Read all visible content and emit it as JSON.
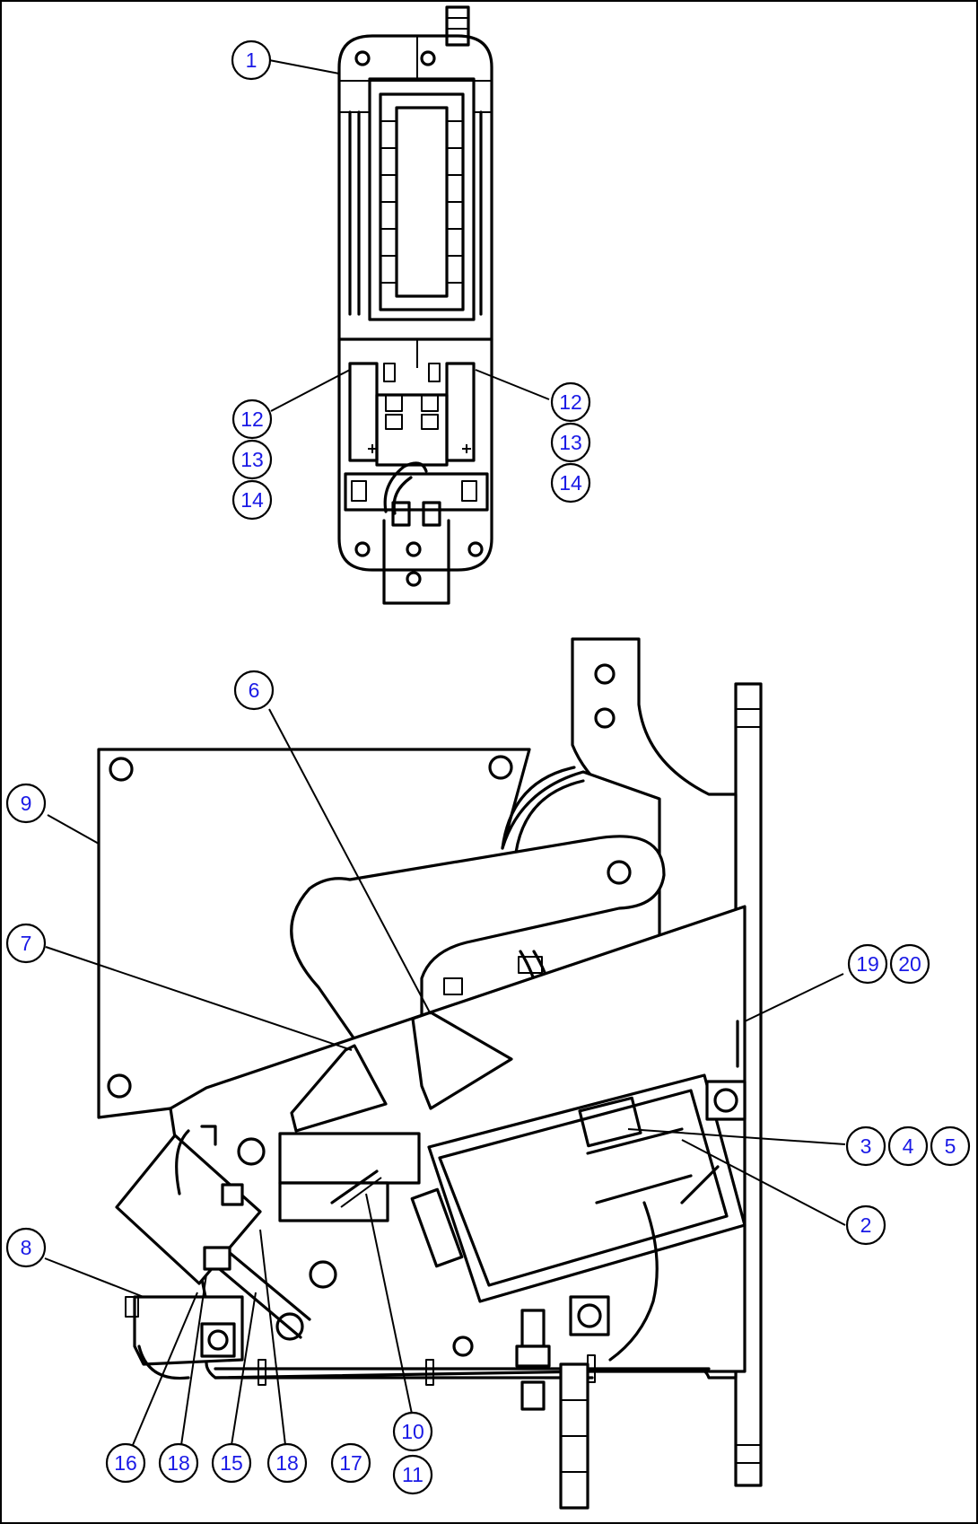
{
  "callouts": [
    {
      "label": "1"
    },
    {
      "label": "12"
    },
    {
      "label": "13"
    },
    {
      "label": "14"
    },
    {
      "label": "12"
    },
    {
      "label": "13"
    },
    {
      "label": "14"
    },
    {
      "label": "6"
    },
    {
      "label": "9"
    },
    {
      "label": "7"
    },
    {
      "label": "19"
    },
    {
      "label": "20"
    },
    {
      "label": "3"
    },
    {
      "label": "4"
    },
    {
      "label": "5"
    },
    {
      "label": "2"
    },
    {
      "label": "8"
    },
    {
      "label": "10"
    },
    {
      "label": "11"
    },
    {
      "label": "16"
    },
    {
      "label": "18"
    },
    {
      "label": "15"
    },
    {
      "label": "18"
    },
    {
      "label": "17"
    }
  ],
  "colors": {
    "callout_text": "#1a1ae6",
    "line": "#000000",
    "background": "#ffffff"
  }
}
